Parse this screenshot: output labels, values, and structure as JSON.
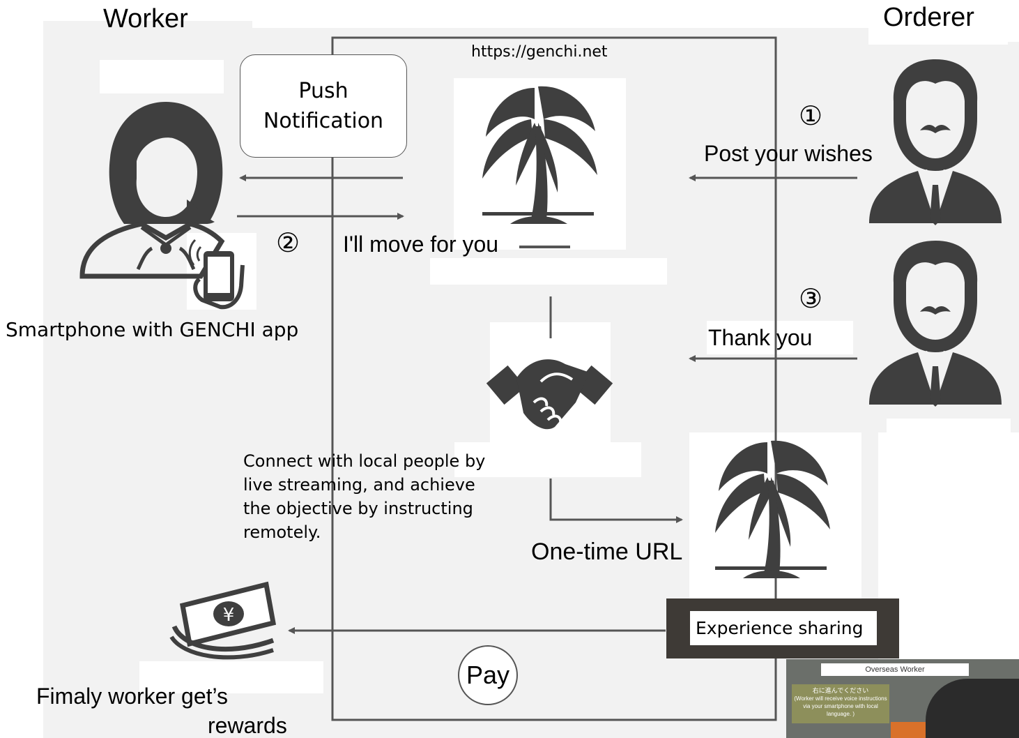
{
  "headers": {
    "worker": "Worker",
    "orderer": "Orderer"
  },
  "url": "https://genchi.net",
  "push_notification": {
    "line1": "Push",
    "line2": "Notification"
  },
  "steps": {
    "one_num": "①",
    "one_label": "Post your wishes",
    "two_num": "②",
    "two_label": "I'll move for you",
    "three_num": "③",
    "three_label": "Thank you"
  },
  "worker_caption": "Smartphone with GENCHI app",
  "description": "Connect with local people by\nlive streaming, and achieve\nthe objective by instructing\nremotely.",
  "one_time_url": "One-time URL",
  "experience_sharing": "Experience sharing",
  "pay": "Pay",
  "rewards": {
    "line1": "Fimaly worker get’s",
    "line2": "rewards"
  },
  "thumbnail": {
    "title": "Overseas Worker",
    "jp": "右に進んでください",
    "note": "(Worker will receive voice instructions via your smartphone with local language. )"
  },
  "colors": {
    "icon": "#3f3f3f",
    "frame": "#555555",
    "panel": "#f2f2f2",
    "arrow": "#555555"
  },
  "icons": [
    "woman-worker-icon",
    "smartphone-icon",
    "palm-tree-icon",
    "handshake-icon",
    "man-orderer-icon",
    "money-yen-icon"
  ]
}
